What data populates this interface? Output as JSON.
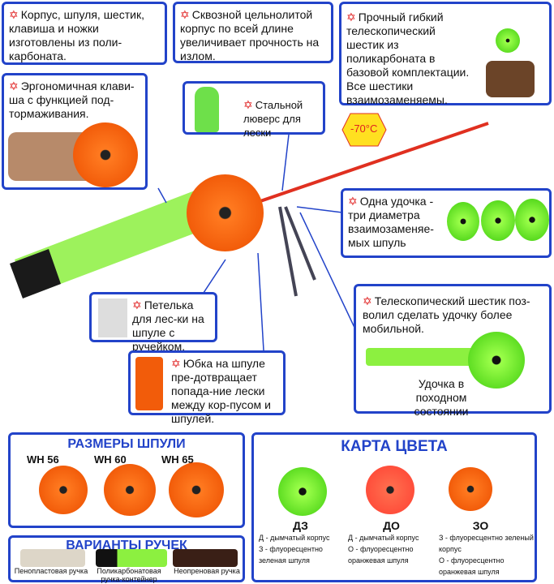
{
  "callouts": {
    "material": "Корпус, шпуля, шестик, клавиша и ножки изготовлены из поли-карбоната.",
    "body": "Сквозной цельнолитой корпус по всей длине увеличивает прочность на излом.",
    "rod": "Прочный гибкий телескопический шестик из поликарбоната в базовой комплектации. Все шестики взаимозаменяемы.",
    "key": "Эргономичная клави-ша с функцией под-тормаживания.",
    "eyelet": "Стальной люверс для лески",
    "temp": "-70°C",
    "spools": "Одна удочка - три диаметра взаимозаменяе-мых шпуль",
    "loop": "Петелька для лес-ки на шпуле с ручейком.",
    "skirt": "Юбка на шпуле пре-дотвращает попада-ние лески между кор-пусом и шпулей.",
    "telescopic": "Телескопический шестик поз-волил сделать удочку более мобильной.",
    "travel": "Удочка в походном состоянии"
  },
  "sizes": {
    "title": "РАЗМЕРЫ ШПУЛИ",
    "items": [
      "WH 56",
      "WH 60",
      "WH 65"
    ]
  },
  "handles": {
    "title": "ВАРИАНТЫ РУЧЕК",
    "items": [
      "Пенопластовая ручка",
      "Поликарбонатовая ручка-контейнер",
      "Неопреновая ручка"
    ]
  },
  "colors": {
    "title": "КАРТА ЦВЕТА",
    "items": [
      {
        "code": "ДЗ",
        "lines": [
          "Д - дымчатый корпус",
          "З - флуоресцентно зеленая шпуля"
        ]
      },
      {
        "code": "ДО",
        "lines": [
          "Д - дымчатый корпус",
          "О - флуоресцентно оранжевая шпуля"
        ]
      },
      {
        "code": "ЗО",
        "lines": [
          "З - флуоресцентно зеленый корпус",
          "О - флуоресцентно оранжевая шпуля"
        ]
      }
    ]
  },
  "accent": "#2243c9"
}
